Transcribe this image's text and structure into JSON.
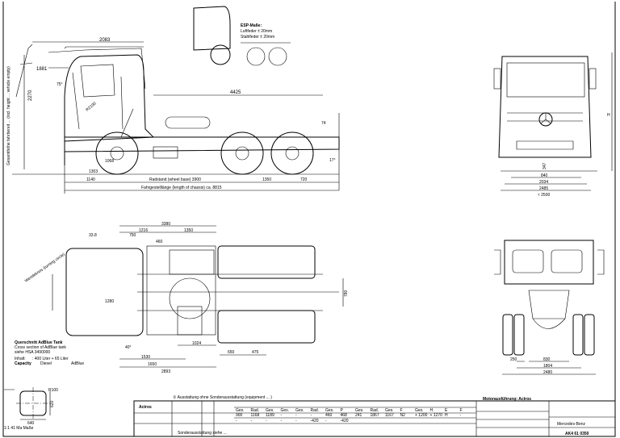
{
  "side_view": {
    "dims": {
      "cab_length": "2083",
      "overhang_top": "1881",
      "height": "2270",
      "frame_to_axle": "4425",
      "front_overhang": "1140",
      "cab_axle": "1303",
      "wheelbase": "Radstand (wheel base) 3900",
      "tandem": "1350",
      "rear_overhang": "720",
      "chassis_length": "Fahrgestelllänge (length of chassis) ca. 8815",
      "wheel_radius": "1068",
      "tilt_radius": "R2190",
      "tilt_angle": "75°",
      "angle_rear": "17°",
      "frame_right": "74"
    },
    "vertical_note": "Gesamthöhe fahrbereit ... (incl. height ... vehicle empty)"
  },
  "detail_view": {
    "note_line1": "ESP-Maße:",
    "note_line2": "Luftfeder ± 20mm",
    "note_line3": "Stahlfeder ± 20mm"
  },
  "front_view": {
    "dims": {
      "track_inner": "840",
      "track": "2034",
      "width": "2485",
      "overall": "≈ 2500",
      "ground": "347",
      "height_marker": "H"
    }
  },
  "top_view": {
    "dims": {
      "total": "3380",
      "front": "1216",
      "rear": "1350",
      "tank": "460",
      "frame_width": "1280",
      "frame_right": "780",
      "d1": "1530",
      "d2": "1650",
      "d3": "2893",
      "d4": "1024",
      "d5": "650",
      "d6": "475",
      "angle1": "33.8",
      "angle2": "750",
      "angle3": "40°"
    },
    "turning_circle": "Wendekreis (turning circle)",
    "adblue": {
      "line1": "Querschnitt AdBlue Tank",
      "line2": "Cross section of AdBlue tank",
      "line3": "siehe HSA 3490000",
      "capacity_label": "Inhalt:",
      "capacity_value": ": 400 Liter + 65 Liter",
      "capacity_en": "Capacity",
      "diesel": "Diesel",
      "adblue": "AdBlue"
    }
  },
  "tank_section": {
    "width": "640",
    "height": "620",
    "angle": "R100",
    "scale": "1:1 41 Ma Maße"
  },
  "rear_view": {
    "dims": {
      "a": "250",
      "b": "830",
      "c": "1804",
      "d": "2480"
    }
  },
  "title_block": {
    "header": "① Ausstattung ohne Sonderausstattung (equipment ... )",
    "model": "Actros",
    "drawing_title": "Motorausführung: Actros",
    "columns": [
      "Ges.",
      "Rad.",
      "Ges.",
      "Ges.",
      "Ges.",
      "Rad.",
      "Ges.",
      "P",
      "Ges.",
      "Rad.",
      "Ges.",
      "F",
      "Ges.",
      "H",
      "E",
      "F"
    ],
    "values": [
      "900",
      "1168",
      "1189",
      "-",
      "-",
      "-",
      "460",
      "468",
      "241",
      "1867",
      "1167",
      "N2",
      "+ 1200",
      "+ 1270",
      "H",
      "-"
    ],
    "row2": [
      "-",
      "-",
      "-",
      "-",
      "-",
      "-420",
      "-",
      "-420"
    ],
    "footer": "Sonderausstattung siehe ...",
    "logo": "Mercedes-Benz",
    "drawing_no": "AK4 61 0350"
  }
}
